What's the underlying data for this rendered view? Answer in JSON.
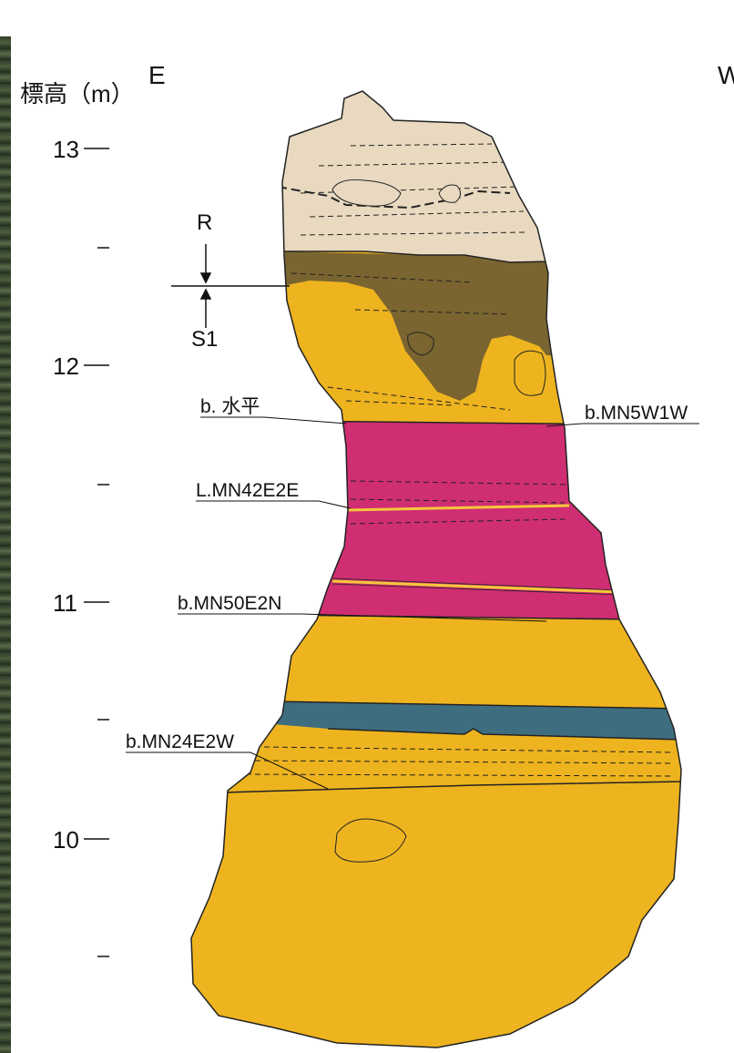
{
  "orientation": {
    "left": "E",
    "right": "W"
  },
  "axis": {
    "title": "標高（m）",
    "ticks": [
      "13",
      "12",
      "11",
      "10"
    ]
  },
  "boundary_labels": {
    "upper": "R",
    "lower": "S1"
  },
  "bedding_labels": {
    "b_horizontal": "b. 水平",
    "b_mn5w1w": "b.MN5W1W",
    "l_mn42e2e": "L.MN42E2E",
    "b_mn50e2n": "b.MN50E2N",
    "b_mn24e2w": "b.MN24E2W"
  },
  "colors": {
    "gravel_top": "#e8d9c0",
    "dark_soil": "#7a6530",
    "yellow_sand": "#eeb41f",
    "magenta_clay": "#cf2e72",
    "blue_layer": "#3f6d80"
  }
}
